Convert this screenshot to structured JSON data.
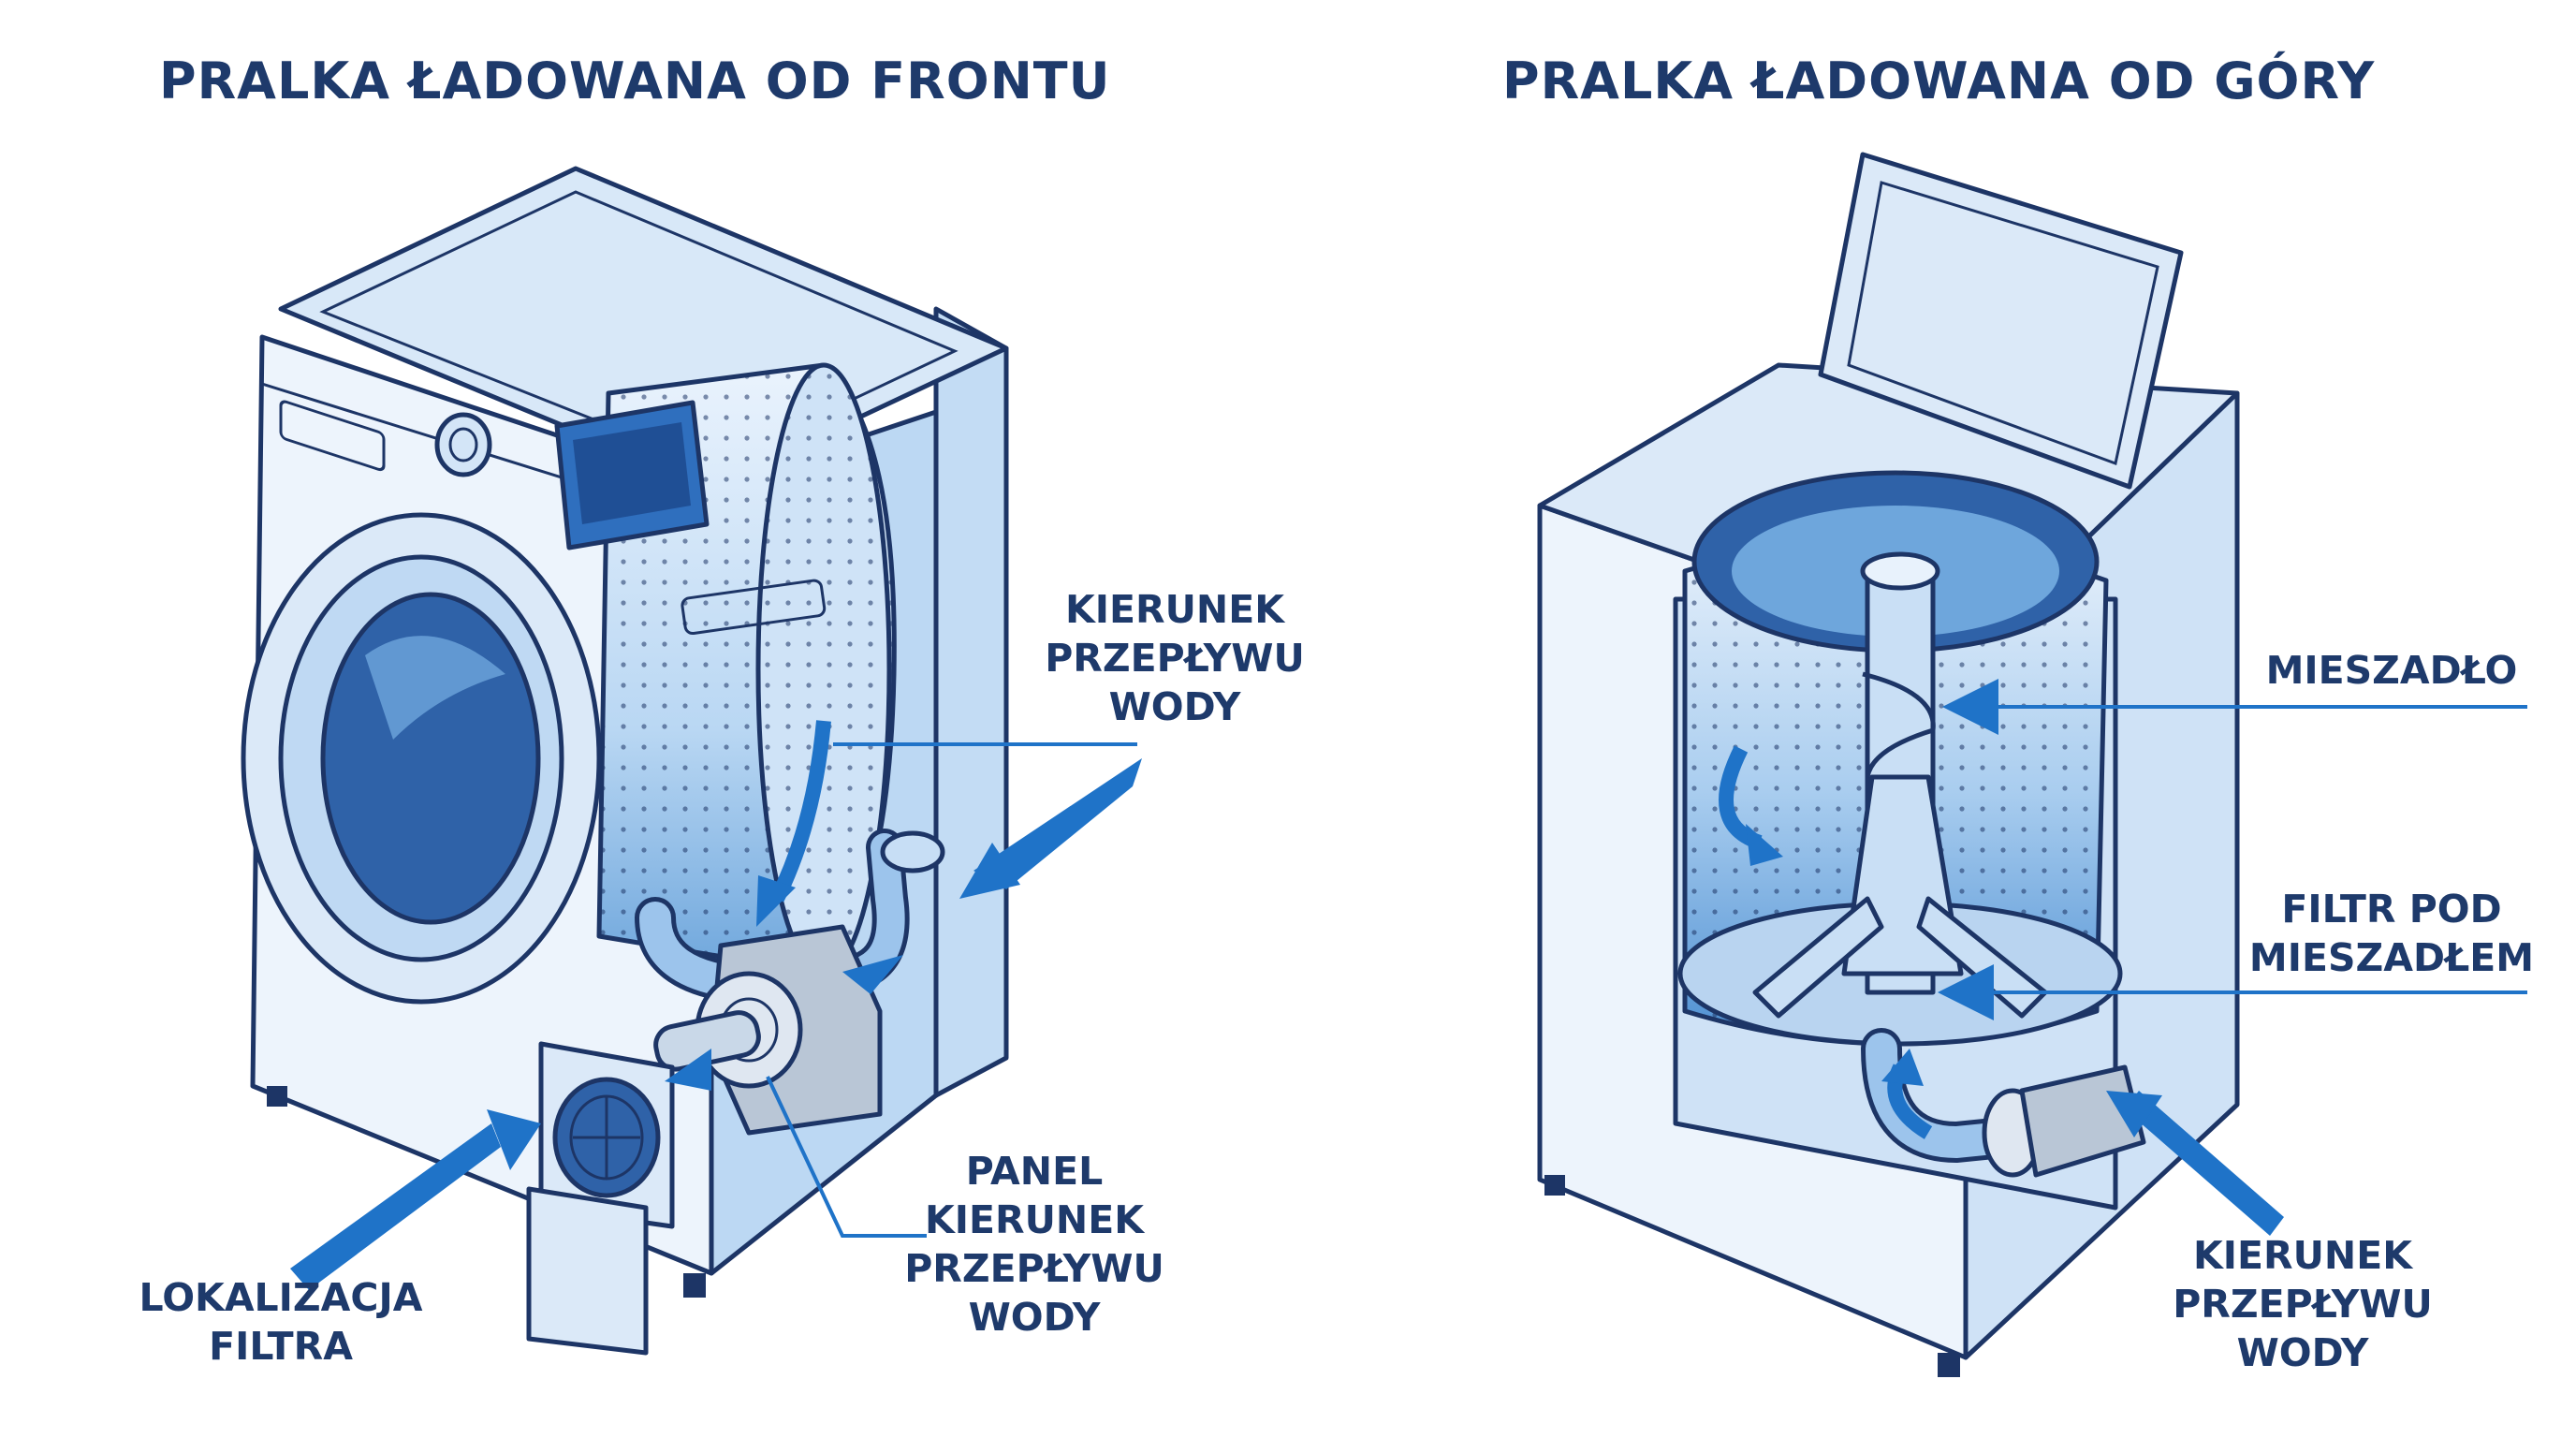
{
  "colors": {
    "text": "#1e3a6b",
    "outline": "#1d3566",
    "arrow": "#1f73c8",
    "body_fill": "#dcebfa",
    "tank_fill": "#a9cdef",
    "water": "#5a9ad8"
  },
  "front_loader": {
    "title": "PRALKA ŁADOWANA OD FRONTU",
    "labels": {
      "flow": [
        "KIERUNEK",
        "PRZEPŁYWU",
        "WODY"
      ],
      "panel": [
        "PANEL",
        "KIERUNEK",
        "PRZEPŁYWU",
        "WODY"
      ],
      "filter": [
        "LOKALIZACJA",
        "FILTRA"
      ]
    }
  },
  "top_loader": {
    "title": "PRALKA ŁADOWANA OD GÓRY",
    "labels": {
      "agitator": [
        "MIESZADŁO"
      ],
      "filter": [
        "FILTR POD",
        "MIESZADŁEM"
      ],
      "flow": [
        "KIERUNEK",
        "PRZEPŁYWU",
        "WODY"
      ]
    }
  }
}
